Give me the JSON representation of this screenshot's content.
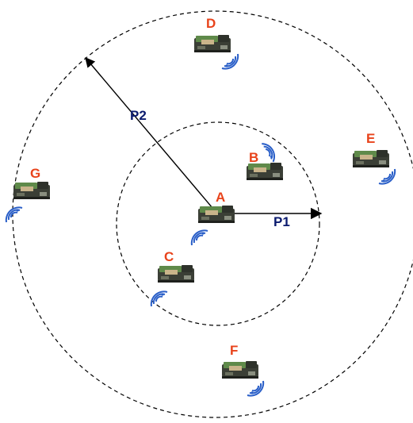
{
  "colors": {
    "node_label": "#e8431b",
    "arrow_label": "#0a1a6e",
    "board_body": "#3b3f36",
    "board_green": "#5f8a4a",
    "board_tan": "#c9b48a",
    "wifi": "#2a5fc8",
    "circle_stroke": "#000000"
  },
  "diagram": {
    "nodes": [
      {
        "id": "A",
        "label": "A",
        "icon": "sensor-mote-icon",
        "signal": "wifi-signal-icon"
      },
      {
        "id": "B",
        "label": "B",
        "icon": "sensor-mote-icon",
        "signal": "wifi-signal-icon"
      },
      {
        "id": "C",
        "label": "C",
        "icon": "sensor-mote-icon",
        "signal": "wifi-signal-icon"
      },
      {
        "id": "D",
        "label": "D",
        "icon": "sensor-mote-icon",
        "signal": "wifi-signal-icon"
      },
      {
        "id": "E",
        "label": "E",
        "icon": "sensor-mote-icon",
        "signal": "wifi-signal-icon"
      },
      {
        "id": "F",
        "label": "F",
        "icon": "sensor-mote-icon",
        "signal": "wifi-signal-icon"
      },
      {
        "id": "G",
        "label": "G",
        "icon": "sensor-mote-icon",
        "signal": "wifi-signal-icon"
      }
    ],
    "ranges": [
      {
        "id": "P1",
        "label": "P1",
        "style": "dashed"
      },
      {
        "id": "P2",
        "label": "P2",
        "style": "dashed"
      }
    ]
  }
}
